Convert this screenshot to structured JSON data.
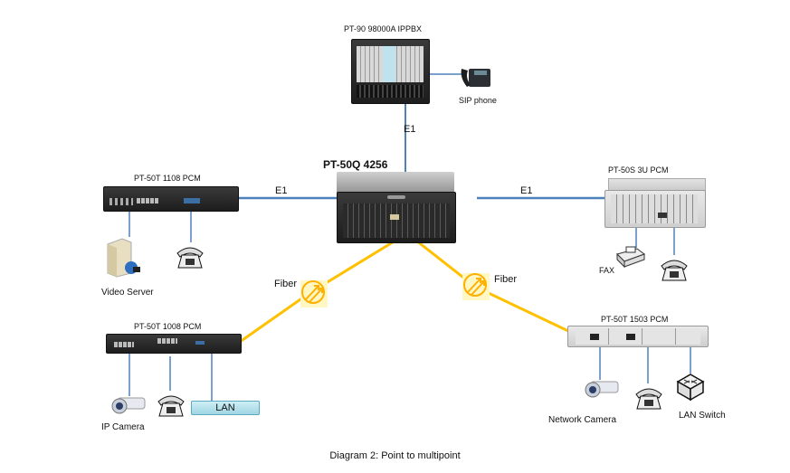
{
  "diagram": {
    "caption": "Diagram 2: Point to multipoint",
    "colors": {
      "e1_link": "#4f81bd",
      "fiber_link": "#ffc000",
      "lan_box": "#b7e3ee"
    },
    "center": {
      "label": "PT-50Q 4256"
    },
    "nodes": {
      "ippbx": {
        "label": "PT-90 98000A IPPBX"
      },
      "sip_phone": {
        "label": "SIP phone"
      },
      "pcm_1108": {
        "label": "PT-50T 1108 PCM"
      },
      "video_server": {
        "label": "Video Server"
      },
      "pcm_50s": {
        "label": "PT-50S 3U PCM"
      },
      "fax": {
        "label": "FAX"
      },
      "pcm_1008": {
        "label": "PT-50T 1008 PCM"
      },
      "ip_camera": {
        "label": "IP Camera"
      },
      "lan": {
        "label": "LAN"
      },
      "pcm_1503": {
        "label": "PT-50T 1503 PCM"
      },
      "network_camera": {
        "label": "Network Camera"
      },
      "lan_switch": {
        "label": "LAN Switch"
      }
    },
    "links": {
      "e1_top": "E1",
      "e1_left": "E1",
      "e1_right": "E1",
      "fiber_left": "Fiber",
      "fiber_right": "Fiber"
    }
  }
}
